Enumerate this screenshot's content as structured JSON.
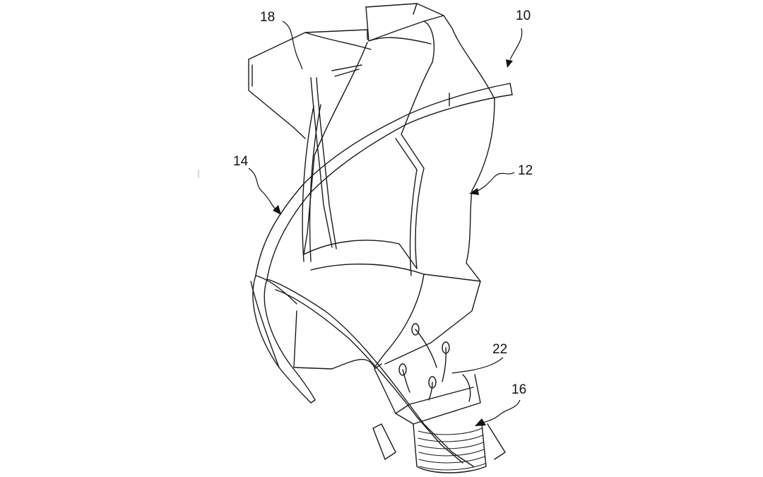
{
  "figure": {
    "reference_numerals": {
      "r10": "10",
      "r12": "12",
      "r14": "14",
      "r16": "16",
      "r18": "18",
      "r22": "22"
    }
  }
}
